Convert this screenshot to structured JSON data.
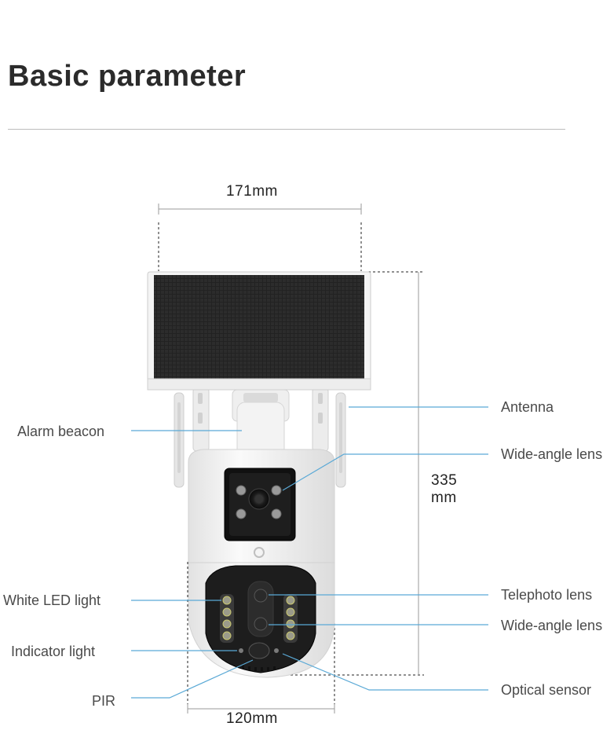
{
  "page": {
    "title": "Basic parameter"
  },
  "dimensions": {
    "width_top": "171mm",
    "height_value": "335",
    "height_unit": "mm",
    "width_bottom": "120mm"
  },
  "callouts": {
    "alarm_beacon": "Alarm beacon",
    "antenna": "Antenna",
    "wide_angle_lens_upper": "Wide-angle lens",
    "white_led_light": "White LED light",
    "telephoto_lens": "Telephoto lens",
    "wide_angle_lens_lower": "Wide-angle lens",
    "indicator_light": "Indicator light",
    "optical_sensor": "Optical sensor",
    "pir": "PIR"
  },
  "colors": {
    "leader_line": "#5aa9d6",
    "dimension_line": "#9a9a9a",
    "solar_panel": "#1f1f1f",
    "housing": "#f3f3f3",
    "lens_block": "#262626"
  },
  "icons": {
    "brand_mark": "ring-logo-icon"
  }
}
